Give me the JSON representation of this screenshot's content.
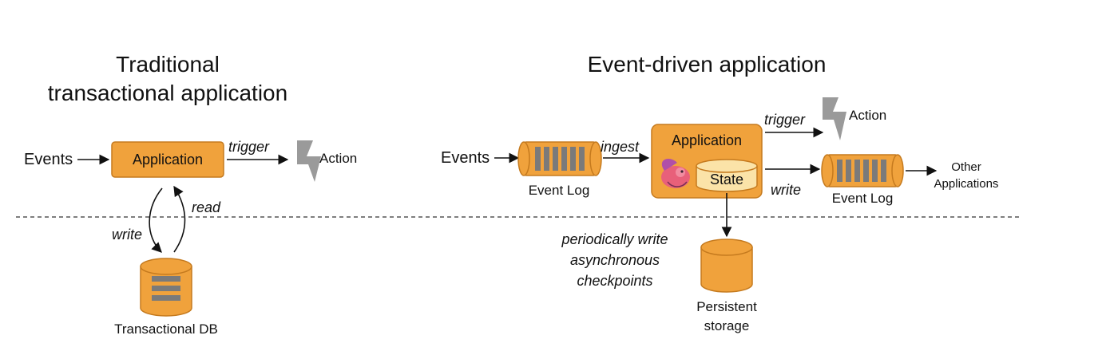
{
  "left": {
    "title_line1": "Traditional",
    "title_line2": "transactional application",
    "events": "Events",
    "application": "Application",
    "trigger": "trigger",
    "action": "Action",
    "read": "read",
    "write": "write",
    "db_label": "Transactional DB"
  },
  "right": {
    "title": "Event-driven application",
    "events": "Events",
    "ingest": "ingest",
    "event_log_in": "Event Log",
    "application": "Application",
    "state": "State",
    "trigger": "trigger",
    "action": "Action",
    "write": "write",
    "event_log_out": "Event Log",
    "other_line1": "Other",
    "other_line2": "Applications",
    "checkpoint_line1": "periodically write",
    "checkpoint_line2": "asynchronous",
    "checkpoint_line3": "checkpoints",
    "storage_line1": "Persistent",
    "storage_line2": "storage"
  },
  "colors": {
    "accent": "#f0a23c",
    "accent_dark": "#c57a1e",
    "state_fill": "#fbe3a8",
    "log_bars": "#7a7a7a",
    "lightning": "#9a9a9a"
  }
}
